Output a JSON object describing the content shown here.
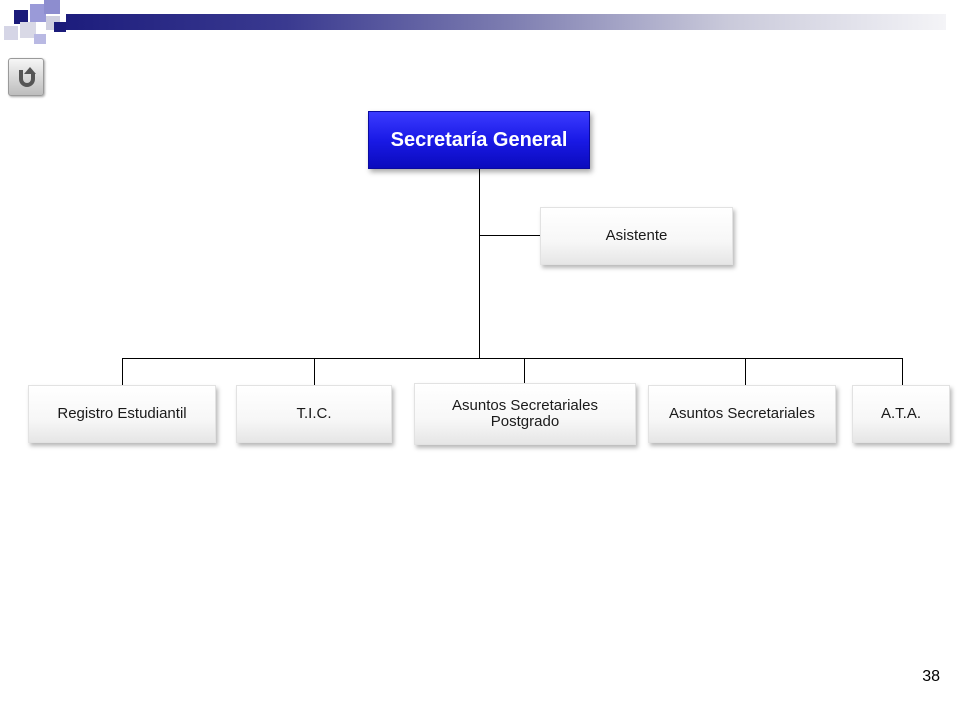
{
  "colors": {
    "banner_navy": "#1b1b7a",
    "root_node_blue": "#1a1ae6",
    "connector": "#000000"
  },
  "back_button": {
    "icon": "return-arrow-icon"
  },
  "org_chart": {
    "root": {
      "label": "Secretaría General"
    },
    "assistant": {
      "label": "Asistente"
    },
    "departments": [
      {
        "label": "Registro Estudiantil"
      },
      {
        "label": "T.I.C."
      },
      {
        "line1": "Asuntos Secretariales",
        "line2": "Postgrado"
      },
      {
        "label": "Asuntos Secretariales"
      },
      {
        "label": "A.T.A."
      }
    ]
  },
  "page_number": "38"
}
